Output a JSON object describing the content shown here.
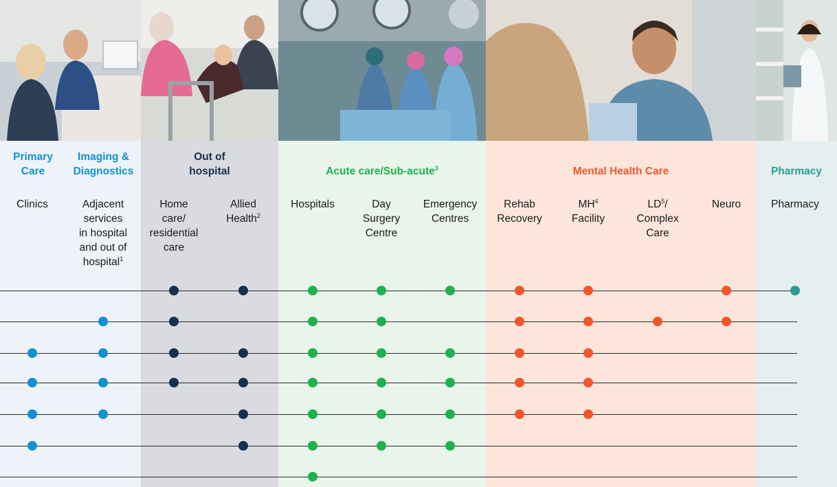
{
  "colors": {
    "primary": "#1591cf",
    "out_of_hospital": "#16304f",
    "acute": "#1db24d",
    "mental": "#f0572c",
    "pharmacy": "#2a9a94"
  },
  "photos": [
    {
      "name": "primary-care-photo",
      "desc": "Clinician with patient at a clinic desk"
    },
    {
      "name": "out-of-hospital-photo",
      "desc": "Carer helping elderly patient with walker"
    },
    {
      "name": "acute-care-photo",
      "desc": "Surgical team operating under theatre lights"
    },
    {
      "name": "mental-health-photo",
      "desc": "Clinician talking with a patient"
    },
    {
      "name": "pharmacy-photo",
      "desc": "Pharmacist with tablet among shelves"
    }
  ],
  "groups": [
    {
      "key": "primary",
      "title_lines": [
        "Primary",
        "Care"
      ]
    },
    {
      "key": "imaging",
      "title_lines": [
        "Imaging &",
        "Diagnostics"
      ]
    },
    {
      "key": "ooh",
      "title_lines": [
        "Out of",
        "hospital"
      ]
    },
    {
      "key": "acute",
      "title": "Acute care/Sub-acute",
      "sup": "3"
    },
    {
      "key": "mental",
      "title": "Mental Health Care"
    },
    {
      "key": "pharmacy",
      "title": "Pharmacy"
    }
  ],
  "columns": [
    {
      "key": "clinics",
      "lines": [
        "Clinics"
      ]
    },
    {
      "key": "adjacent",
      "lines": [
        "Adjacent",
        "services",
        "in hospital",
        "and out of",
        "hospital"
      ],
      "sup": "1"
    },
    {
      "key": "homecare",
      "lines": [
        "Home",
        "care/",
        "residential",
        "care"
      ]
    },
    {
      "key": "allied",
      "lines": [
        "Allied",
        "Health"
      ],
      "sup": "2"
    },
    {
      "key": "hospitals",
      "lines": [
        "Hospitals"
      ]
    },
    {
      "key": "daysurgery",
      "lines": [
        "Day",
        "Surgery",
        "Centre"
      ]
    },
    {
      "key": "emergency",
      "lines": [
        "Emergency",
        "Centres"
      ]
    },
    {
      "key": "rehab",
      "lines": [
        "Rehab",
        "Recovery"
      ]
    },
    {
      "key": "mh",
      "lines": [
        "MH",
        "Facility"
      ],
      "sup": "4"
    },
    {
      "key": "ld",
      "lines": [
        "LD",
        "Complex",
        "Care"
      ],
      "sup": "5",
      "after_sup": "/"
    },
    {
      "key": "neuro",
      "lines": [
        "Neuro"
      ]
    },
    {
      "key": "pharmacy",
      "lines": [
        "Pharmacy"
      ]
    }
  ],
  "matrix": [
    [
      0,
      0,
      1,
      1,
      1,
      1,
      1,
      1,
      1,
      0,
      1,
      1
    ],
    [
      0,
      1,
      1,
      0,
      1,
      1,
      0,
      1,
      1,
      1,
      1,
      0
    ],
    [
      1,
      1,
      1,
      1,
      1,
      1,
      1,
      1,
      1,
      0,
      0,
      0
    ],
    [
      1,
      1,
      1,
      1,
      1,
      1,
      1,
      1,
      1,
      0,
      0,
      0
    ],
    [
      1,
      1,
      0,
      1,
      1,
      1,
      1,
      1,
      1,
      0,
      0,
      0
    ],
    [
      1,
      0,
      0,
      1,
      1,
      1,
      1,
      0,
      0,
      0,
      0,
      0
    ],
    [
      0,
      0,
      0,
      0,
      1,
      0,
      0,
      0,
      0,
      0,
      0,
      0
    ]
  ]
}
